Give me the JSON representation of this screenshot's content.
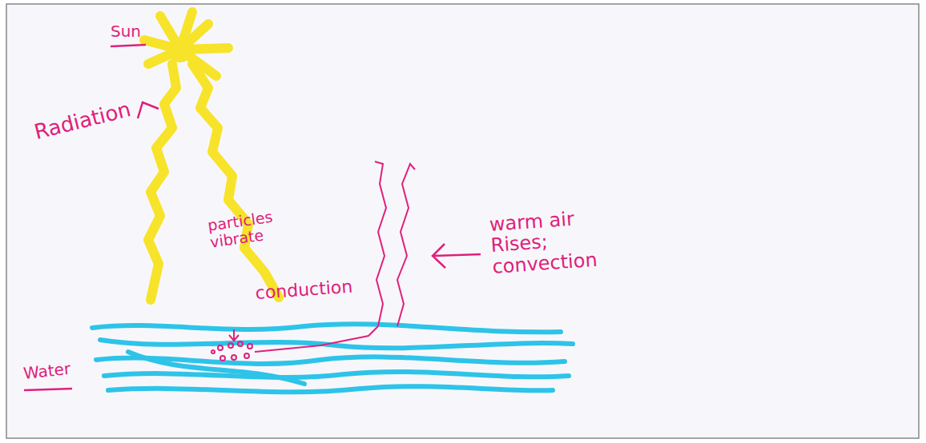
{
  "diagram": {
    "labels": [
      "Sun",
      "Radiation",
      "particles vibrate",
      "conduction",
      "warm air Rises; convection",
      "Water"
    ]
  }
}
